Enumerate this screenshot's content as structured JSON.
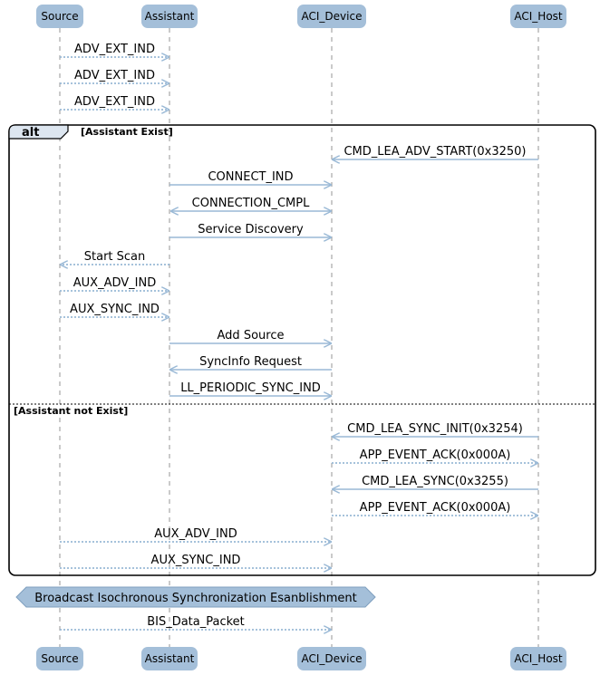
{
  "participants": [
    "Source",
    "Assistant",
    "ACI_Device",
    "ACI_Host"
  ],
  "messages": [
    {
      "from": "Source",
      "to": "Assistant",
      "label": "ADV_EXT_IND",
      "style": "dotted"
    },
    {
      "from": "Source",
      "to": "Assistant",
      "label": "ADV_EXT_IND",
      "style": "dotted"
    },
    {
      "from": "Source",
      "to": "Assistant",
      "label": "ADV_EXT_IND",
      "style": "dotted"
    },
    {
      "from": "ACI_Host",
      "to": "ACI_Device",
      "label": "CMD_LEA_ADV_START(0x3250)",
      "style": "solid"
    },
    {
      "from": "Assistant",
      "to": "ACI_Device",
      "label": "CONNECT_IND",
      "style": "solid"
    },
    {
      "from": "Assistant",
      "to": "ACI_Device",
      "label": "CONNECTION_CMPL",
      "style": "solid",
      "bidirectional": true
    },
    {
      "from": "Assistant",
      "to": "ACI_Device",
      "label": "Service Discovery",
      "style": "solid"
    },
    {
      "from": "Assistant",
      "to": "Source",
      "label": "Start Scan",
      "style": "dotted"
    },
    {
      "from": "Source",
      "to": "Assistant",
      "label": "AUX_ADV_IND",
      "style": "dotted"
    },
    {
      "from": "Source",
      "to": "Assistant",
      "label": "AUX_SYNC_IND",
      "style": "dotted"
    },
    {
      "from": "Assistant",
      "to": "ACI_Device",
      "label": "Add Source",
      "style": "solid"
    },
    {
      "from": "ACI_Device",
      "to": "Assistant",
      "label": "SyncInfo Request",
      "style": "solid"
    },
    {
      "from": "Assistant",
      "to": "ACI_Device",
      "label": "LL_PERIODIC_SYNC_IND",
      "style": "solid"
    },
    {
      "from": "ACI_Host",
      "to": "ACI_Device",
      "label": "CMD_LEA_SYNC_INIT(0x3254)",
      "style": "solid"
    },
    {
      "from": "ACI_Device",
      "to": "ACI_Host",
      "label": "APP_EVENT_ACK(0x000A)",
      "style": "dotted"
    },
    {
      "from": "ACI_Host",
      "to": "ACI_Device",
      "label": "CMD_LEA_SYNC(0x3255)",
      "style": "solid"
    },
    {
      "from": "ACI_Device",
      "to": "ACI_Host",
      "label": "APP_EVENT_ACK(0x000A)",
      "style": "dotted"
    },
    {
      "from": "Source",
      "to": "ACI_Device",
      "label": "AUX_ADV_IND",
      "style": "dotted"
    },
    {
      "from": "Source",
      "to": "ACI_Device",
      "label": "AUX_SYNC_IND",
      "style": "dotted"
    },
    {
      "from": "Source",
      "to": "ACI_Device",
      "label": "BIS_Data_Packet",
      "style": "dotted"
    }
  ],
  "alt_group": {
    "keyword": "alt",
    "condition": "[Assistant Exist]",
    "else_condition": "[Assistant not Exist]"
  },
  "divider": {
    "label": "Broadcast Isochronous Synchronization Esanblishment"
  },
  "colors": {
    "arrow": "#9ab9d6",
    "participant_fill": "#a4bfd9",
    "lifeline": "#7a7a7a",
    "frame": "#000000",
    "alt_tab_fill": "#dde6f0"
  }
}
